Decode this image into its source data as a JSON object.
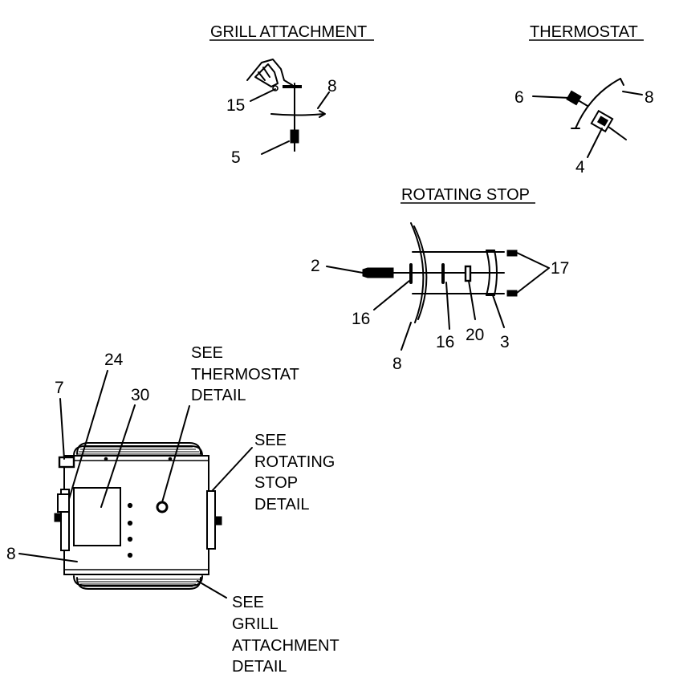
{
  "titles": {
    "grill": "GRILL ATTACHMENT",
    "thermostat": "THERMOSTAT",
    "rotating": "ROTATING STOP"
  },
  "grill_detail": {
    "c15": "15",
    "c8": "8",
    "c5": "5"
  },
  "thermostat_detail": {
    "c6": "6",
    "c8": "8",
    "c4": "4"
  },
  "rotating_detail": {
    "c2": "2",
    "c17": "17",
    "c16a": "16",
    "c8": "8",
    "c16b": "16",
    "c20": "20",
    "c3": "3"
  },
  "main_view": {
    "c24": "24",
    "c7": "7",
    "c30": "30",
    "c8": "8"
  },
  "notes": {
    "thermostat": [
      "SEE",
      "THERMOSTAT",
      "DETAIL"
    ],
    "rotating": [
      "SEE",
      "ROTATING",
      "STOP",
      "DETAIL"
    ],
    "grill": [
      "SEE",
      "GRILL",
      "ATTACHMENT",
      "DETAIL"
    ]
  }
}
